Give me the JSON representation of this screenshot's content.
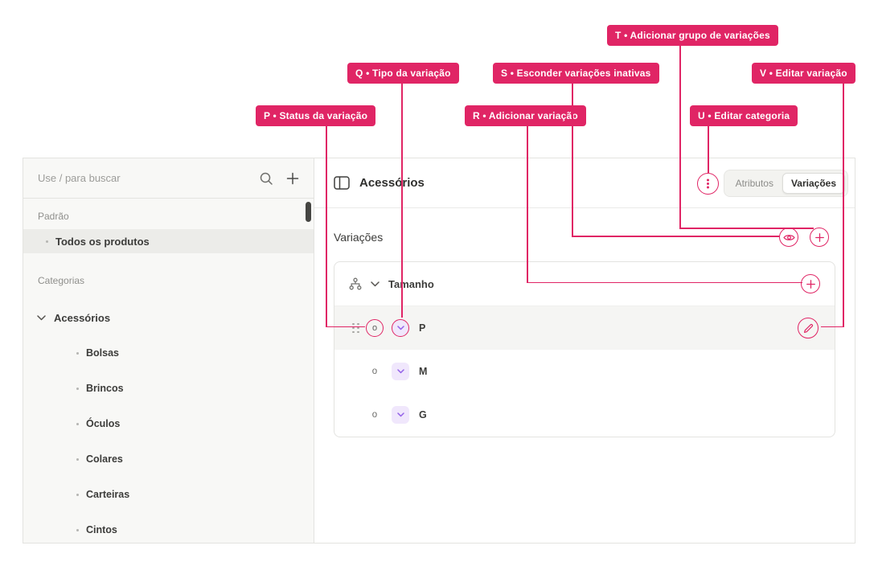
{
  "colors": {
    "annotation_pink": "#E02565",
    "type_badge_lavender": "#F0E7FC",
    "type_badge_purple": "#9361E8"
  },
  "annotations": {
    "labels": {
      "p": "P • Status da variação",
      "q": "Q • Tipo da variação",
      "r": "R • Adicionar variação",
      "s": "S • Esconder variações inativas",
      "t": "T • Adicionar grupo de variações",
      "u": "U • Editar categoria",
      "v": "V • Editar variação"
    }
  },
  "icons": {
    "search": "magnifier",
    "add": "+",
    "sidebar_toggle": "split-panel",
    "kebab_menu": "⋮",
    "chevron_down": "⌄",
    "group": "node-tree",
    "eye": "eye-outline",
    "edit": "pencil",
    "drag": "six-dots"
  },
  "sidebar": {
    "search": {
      "placeholder": "Use / para buscar"
    },
    "section_padrao": "Padrão",
    "all_products": "Todos os produtos",
    "section_categorias": "Categorias",
    "category": "Acessórios",
    "subcategories": [
      "Bolsas",
      "Brincos",
      "Óculos",
      "Colares",
      "Carteiras",
      "Cintos"
    ]
  },
  "header": {
    "title": "Acessórios",
    "tab_atributos": "Atributos",
    "tab_variacoes": "Variações"
  },
  "content": {
    "section_title": "Variações",
    "group_name": "Tamanho",
    "variations": [
      {
        "status": "o",
        "label": "P"
      },
      {
        "status": "o",
        "label": "M"
      },
      {
        "status": "o",
        "label": "G"
      }
    ]
  }
}
